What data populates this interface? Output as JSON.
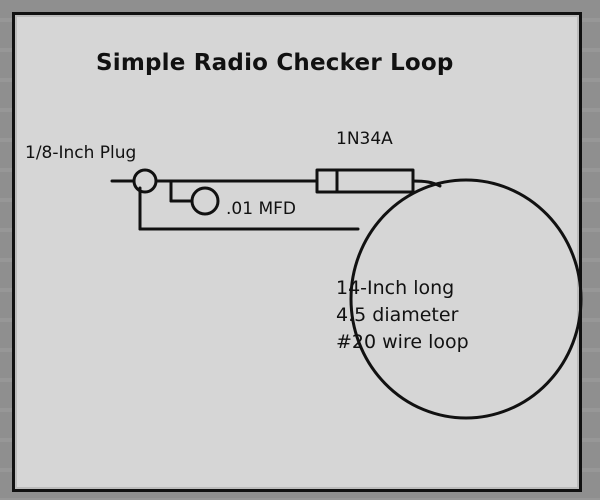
{
  "diagram": {
    "title": "Simple Radio Checker Loop",
    "labels": {
      "plug": "1/8-Inch Plug",
      "diode": "1N34A",
      "capacitor": ".01 MFD",
      "loop_line1": "14-Inch long",
      "loop_line2": "4.5 diameter",
      "loop_line3": "#20 wire loop"
    }
  }
}
